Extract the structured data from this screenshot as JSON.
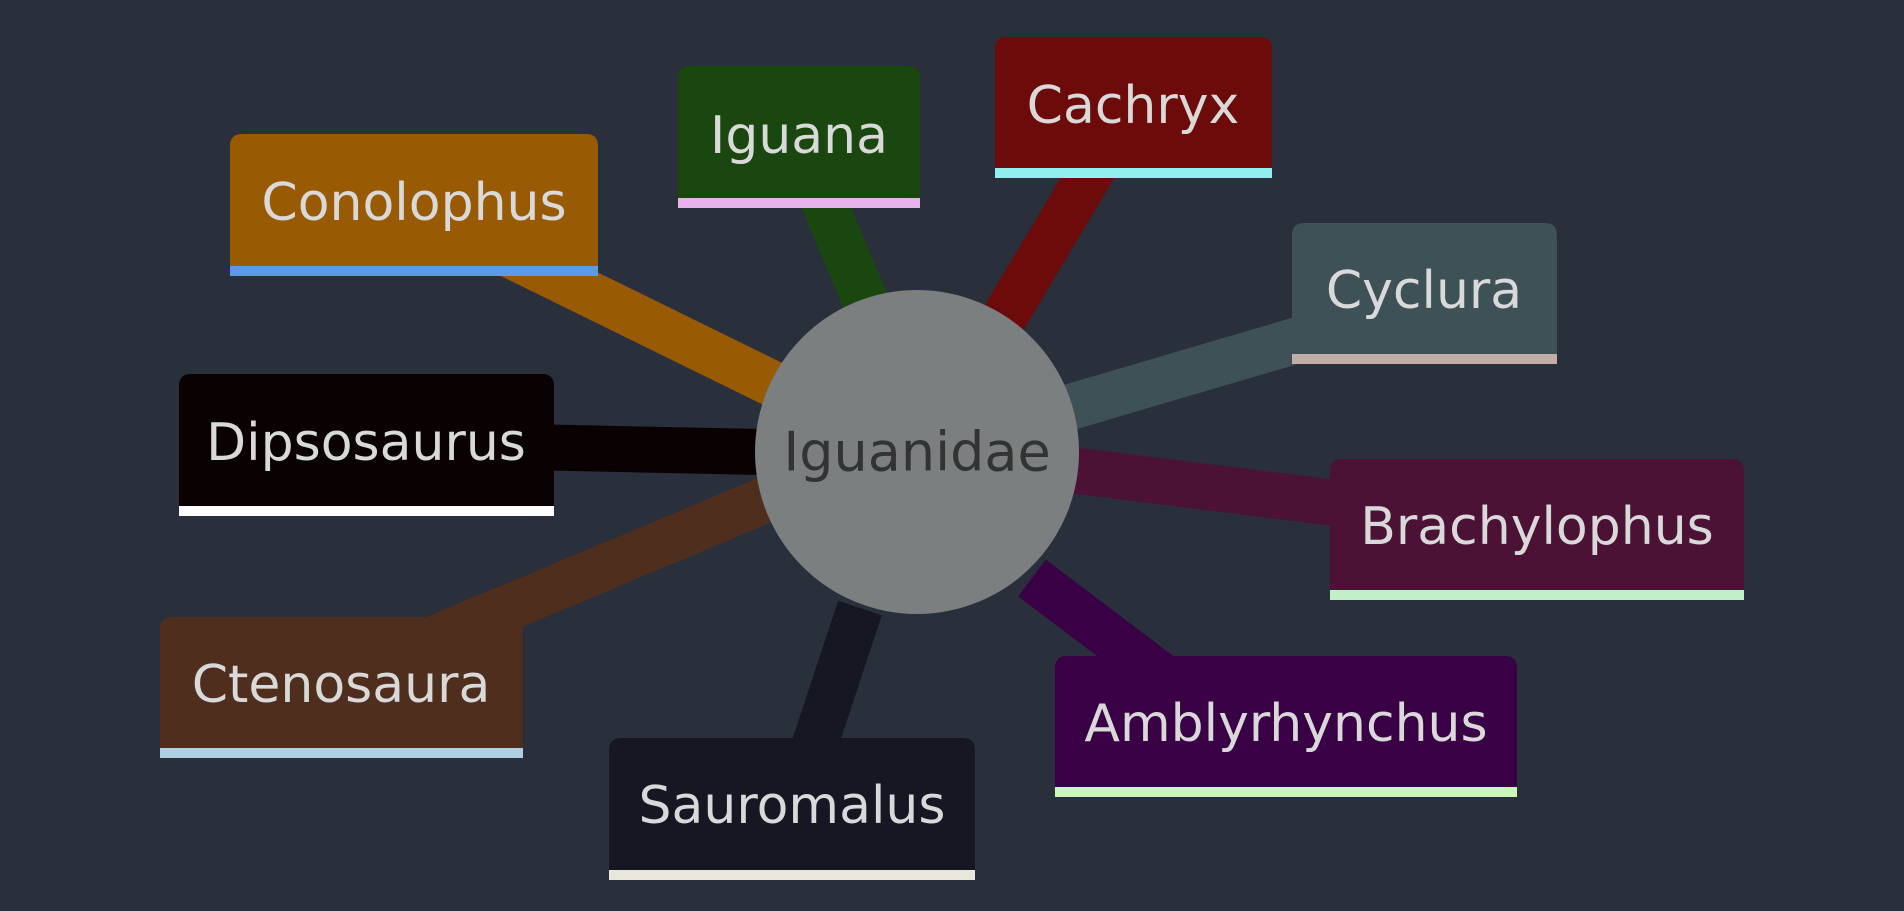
{
  "root": {
    "label": "Iguanidae",
    "color": "#7b7f80",
    "text_color": "#333333"
  },
  "branches": [
    {
      "id": "iguana",
      "label": "Iguana",
      "fill": "#1a4610",
      "underline": "#e6b3ea"
    },
    {
      "id": "cachryx",
      "label": "Cachryx",
      "fill": "#6d0b0b",
      "underline": "#8ff0ee"
    },
    {
      "id": "cyclura",
      "label": "Cyclura",
      "fill": "#3d5156",
      "underline": "#c2aea7"
    },
    {
      "id": "brachylophus",
      "label": "Brachylophus",
      "fill": "#4b1236",
      "underline": "#c3efc7"
    },
    {
      "id": "amblyrhynchus",
      "label": "Amblyrhynchus",
      "fill": "#3a0045",
      "underline": "#c8f7b9"
    },
    {
      "id": "sauromalus",
      "label": "Sauromalus",
      "fill": "#161722",
      "underline": "#e9e7dc"
    },
    {
      "id": "ctenosaura",
      "label": "Ctenosaura",
      "fill": "#4f2e1d",
      "underline": "#add0e3"
    },
    {
      "id": "dipsosaurus",
      "label": "Dipsosaurus",
      "fill": "#0a0202",
      "underline": "#ffffff"
    },
    {
      "id": "conolophus",
      "label": "Conolophus",
      "fill": "#995a04",
      "underline": "#5b9ae8"
    }
  ]
}
